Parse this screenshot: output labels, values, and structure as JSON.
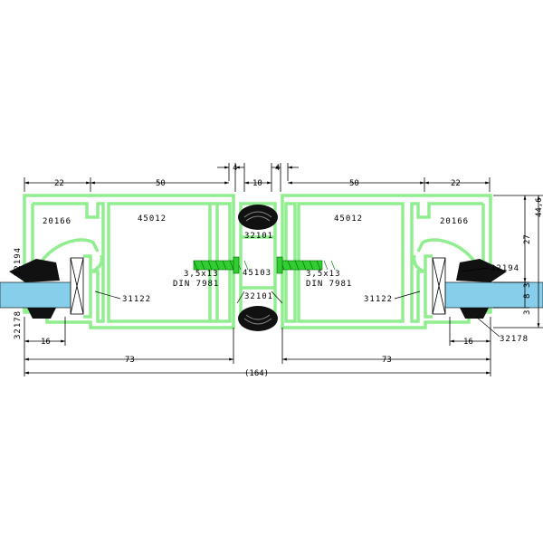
{
  "dimensions": {
    "top_left_22": "22",
    "top_left_50": "50",
    "top_4_left": "4",
    "top_10": "10",
    "top_4_right": "4",
    "top_right_50": "50",
    "top_right_22": "22",
    "left_16": "16",
    "right_16": "16",
    "left_73": "73",
    "right_73": "73",
    "total_164": "(164)",
    "right_27": "27",
    "right_44_6": "44,6",
    "right_3_top": "3",
    "right_8": "8",
    "right_3_bottom": "3"
  },
  "parts": {
    "p20166_left": "20166",
    "p20166_right": "20166",
    "p45012_left": "45012",
    "p45012_right": "45012",
    "p32101_top": "32101",
    "p32101_bottom": "32101",
    "p45103": "45103",
    "p31122_left": "31122",
    "p31122_right": "31122",
    "p32194_left": "32194",
    "p32194_right": "32194",
    "p32178_left": "32178",
    "p32178_right": "32178"
  },
  "screws": {
    "left_size": "3,5x13",
    "left_norm": "DIN 7981",
    "right_size": "3,5x13",
    "right_norm": "DIN 7981"
  },
  "colors": {
    "profile": "#90ee90",
    "glass": "#87ceeb",
    "gasket": "#000000",
    "screw": "#32cd32"
  }
}
